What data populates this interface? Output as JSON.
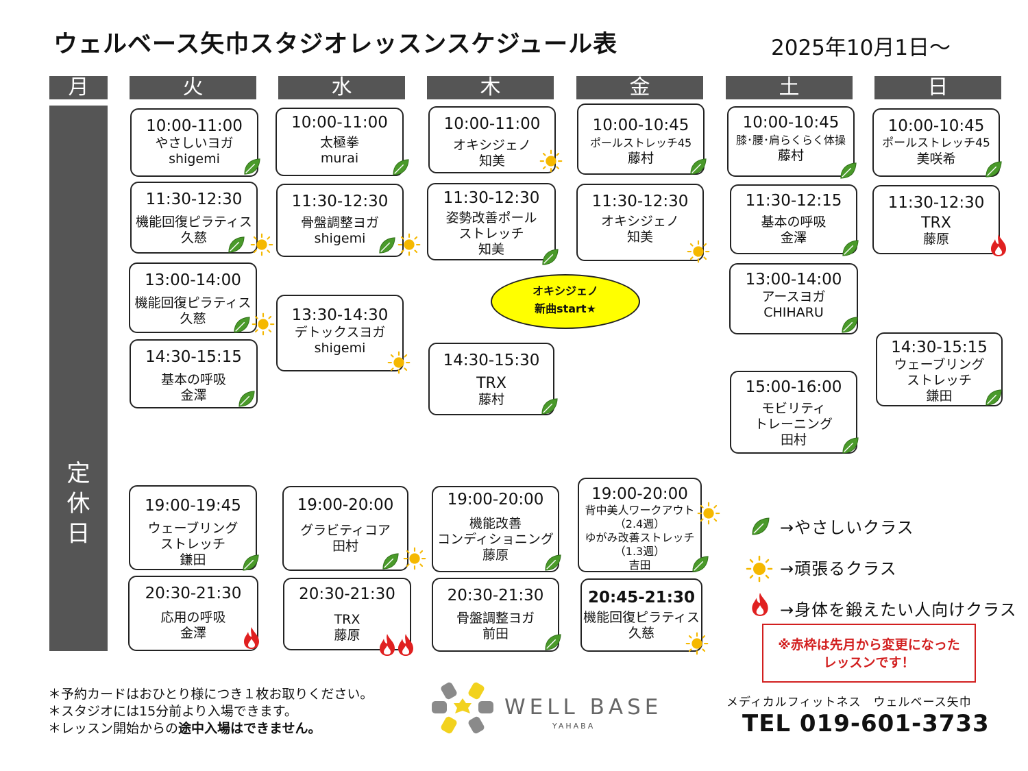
{
  "header": {
    "title": "ウェルベース矢巾スタジオレッスンスケジュール表",
    "date": "2025年10月1日～"
  },
  "days": [
    "月",
    "火",
    "水",
    "木",
    "金",
    "土",
    "日"
  ],
  "closed_label": [
    "定",
    "休",
    "日"
  ],
  "special": {
    "line1": "オキシジェノ",
    "line2": "新曲start★"
  },
  "lessons": [
    {
      "time": "10:00-11:00",
      "name": "やさしいヨガ",
      "instructor": "shigemi"
    },
    {
      "time": "11:30-12:30",
      "name": "機能回復ピラティス",
      "instructor": "久慈"
    },
    {
      "time": "13:00-14:00",
      "name": "機能回復ピラティス",
      "instructor": "久慈"
    },
    {
      "time": "14:30-15:15",
      "name": "基本の呼吸",
      "instructor": "金澤"
    },
    {
      "time": "19:00-19:45",
      "name": "ウェーブリング",
      "name2": "ストレッチ",
      "instructor": "鎌田"
    },
    {
      "time": "20:30-21:30",
      "name": "応用の呼吸",
      "instructor": "金澤"
    },
    {
      "time": "10:00-11:00",
      "name": "太極拳",
      "instructor": "murai"
    },
    {
      "time": "11:30-12:30",
      "name": "骨盤調整ヨガ",
      "instructor": "shigemi"
    },
    {
      "time": "13:30-14:30",
      "name": "デトックスヨガ",
      "instructor": "shigemi"
    },
    {
      "time": "19:00-20:00",
      "name": "グラビティコア",
      "instructor": "田村"
    },
    {
      "time": "20:30-21:30",
      "name": "TRX",
      "instructor": "藤原"
    },
    {
      "time": "10:00-11:00",
      "name": "オキシジェノ",
      "instructor": "知美"
    },
    {
      "time": "11:30-12:30",
      "name": "姿勢改善ポール",
      "name2": "ストレッチ",
      "instructor": "知美"
    },
    {
      "time": "14:30-15:30",
      "name": "TRX",
      "instructor": "藤村"
    },
    {
      "time": "19:00-20:00",
      "name": "機能改善",
      "name2": "コンディショニング",
      "instructor": "藤原"
    },
    {
      "time": "20:30-21:30",
      "name": "骨盤調整ヨガ",
      "instructor": "前田"
    },
    {
      "time": "10:00-10:45",
      "name": "ポールストレッチ45",
      "instructor": "藤村"
    },
    {
      "time": "11:30-12:30",
      "name": "オキシジェノ",
      "instructor": "知美"
    },
    {
      "time": "19:00-20:00",
      "name": "背中美人ワークアウト",
      "name2": "（2.4週）",
      "name3": "ゆがみ改善ストレッチ",
      "name4": "（1.3週）",
      "instructor": "吉田"
    },
    {
      "time": "20:45-21:30",
      "name": "機能回復ピラティス",
      "instructor": "久慈"
    },
    {
      "time": "10:00-10:45",
      "name": "膝･腰･肩らくらく体操",
      "instructor": "藤村"
    },
    {
      "time": "11:30-12:15",
      "name": "基本の呼吸",
      "instructor": "金澤"
    },
    {
      "time": "13:00-14:00",
      "name": "アースヨガ",
      "instructor": "CHIHARU"
    },
    {
      "time": "15:00-16:00",
      "name": "モビリティ",
      "name2": "トレーニング",
      "instructor": "田村"
    },
    {
      "time": "10:00-10:45",
      "name": "ポールストレッチ45",
      "instructor": "美咲希"
    },
    {
      "time": "11:30-12:30",
      "name": "TRX",
      "instructor": "藤原"
    },
    {
      "time": "14:30-15:15",
      "name": "ウェーブリング",
      "name2": "ストレッチ",
      "instructor": "鎌田"
    }
  ],
  "legend": {
    "easy": "→やさしいクラス",
    "effort": "→頑張るクラス",
    "hard": "→身体を鍛えたい人向けクラス",
    "notice_line1": "※赤枠は先月から変更になった",
    "notice_line2": "レッスンです！"
  },
  "notes": [
    "＊予約カードはおひとり様につき１枚お取りください。",
    "＊スタジオには15分前より入場できます。",
    "＊レッスン開始からの"
  ],
  "notes_bold": "途中入場はできません。",
  "footer": {
    "logo": "WELL BASE",
    "logo_sub": "YAHABA",
    "company": "メディカルフィットネス　ウェルベース矢巾",
    "tel": "TEL 019-601-3733"
  },
  "icons": {
    "easy": "leaf-icon",
    "effort": "sun-icon",
    "hard": "fire-icon"
  },
  "colors": {
    "header": "#555555",
    "leaf": "#4a9a2a",
    "sun": "#f5b800",
    "fire": "#e02020",
    "notice": "#d21f1f",
    "special": "#ffff00"
  }
}
